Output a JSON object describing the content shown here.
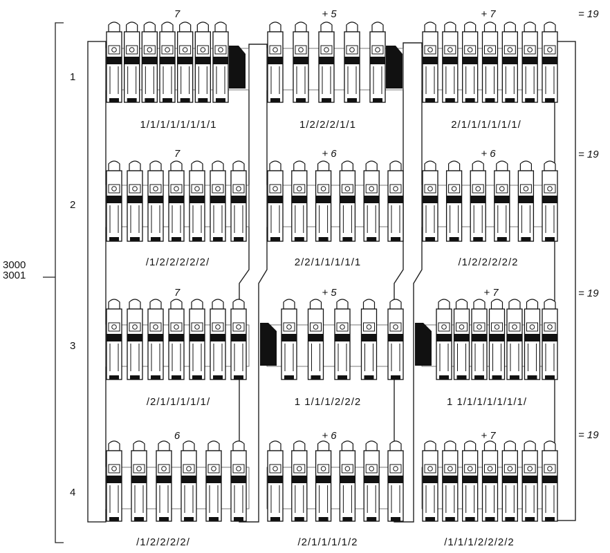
{
  "diagram": {
    "group_label": [
      "3000",
      "3001"
    ],
    "rows": [
      {
        "number": "1",
        "sum": "= 19",
        "blocks": [
          {
            "count": "7",
            "code": "1/1/1/1/1/1/1/1",
            "spring": "right"
          },
          {
            "count": "+ 5",
            "code": "1/2/2/2/1/1",
            "spring": "right"
          },
          {
            "count": "+ 7",
            "code": "2/1/1/1/1/1/1/",
            "spring": "none"
          }
        ]
      },
      {
        "number": "2",
        "sum": "= 19",
        "blocks": [
          {
            "count": "7",
            "code": "/1/2/2/2/2/2/",
            "spring": "none"
          },
          {
            "count": "+ 6",
            "code": "2/2/1/1/1/1/1",
            "spring": "none"
          },
          {
            "count": "+ 6",
            "code": "/1/2/2/2/2/2",
            "spring": "none"
          }
        ]
      },
      {
        "number": "3",
        "sum": "= 19",
        "blocks": [
          {
            "count": "7",
            "code": "/2/1/1/1/1/1/",
            "spring": "none"
          },
          {
            "count": "+ 5",
            "code": "1 1/1/1/2/2/2",
            "spring": "left"
          },
          {
            "count": "+ 7",
            "code": "1 1/1/1/1/1/1/1/",
            "spring": "left"
          }
        ]
      },
      {
        "number": "4",
        "sum": "= 19",
        "blocks": [
          {
            "count": "6",
            "code": "/1/2/2/2/2/",
            "spring": "none"
          },
          {
            "count": "+ 6",
            "code": "/2/1/1/1/1/2",
            "spring": "none"
          },
          {
            "count": "+ 7",
            "code": "/1/1/1/2/2/2/2",
            "spring": "none"
          }
        ]
      }
    ]
  }
}
